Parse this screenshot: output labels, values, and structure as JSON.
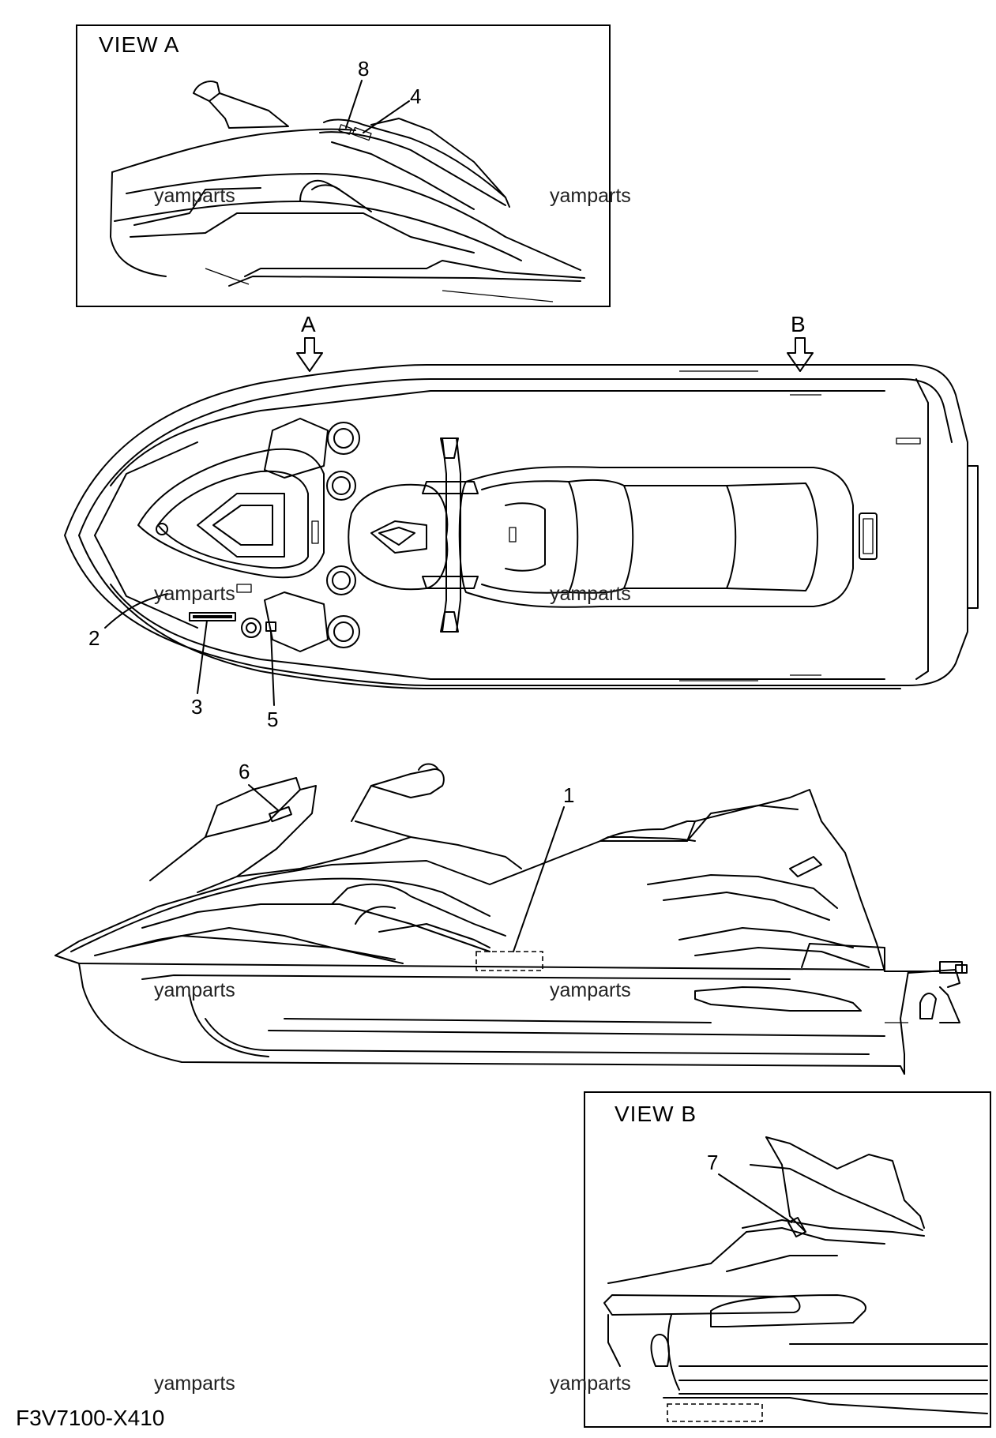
{
  "view_a": {
    "title": "VIEW A",
    "callouts": [
      "8",
      "4"
    ]
  },
  "view_b": {
    "title": "VIEW B",
    "callouts": [
      "7"
    ]
  },
  "top_view": {
    "arrow_a": "A",
    "arrow_b": "B",
    "callouts": [
      "2",
      "3",
      "5"
    ]
  },
  "side_view": {
    "callouts": [
      "6",
      "1"
    ]
  },
  "watermarks": [
    "yamparts",
    "yamparts",
    "yamparts",
    "yamparts",
    "yamparts",
    "yamparts",
    "yamparts",
    "yamparts"
  ],
  "figure_code": "F3V7100-X410"
}
